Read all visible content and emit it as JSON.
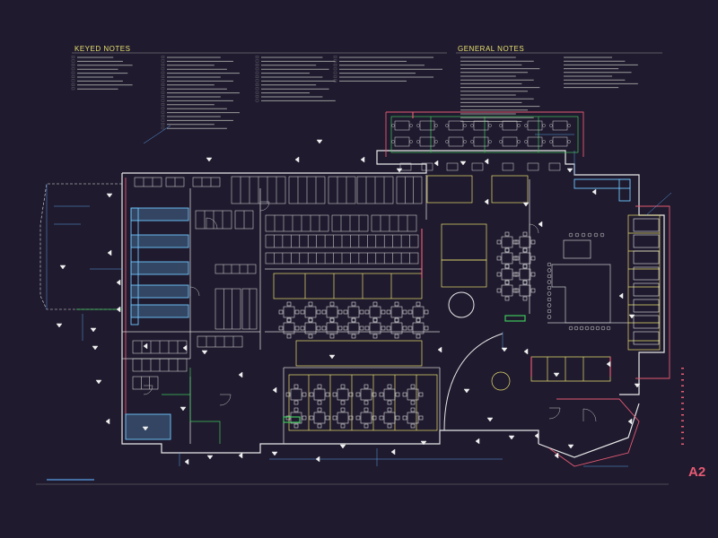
{
  "drawing": {
    "keyed_notes_title": "KEYED NOTES",
    "general_notes_title": "GENERAL NOTES",
    "sheet_number": "A2"
  },
  "palette": {
    "background": "#1f1a2e",
    "wall": "#e8e8e8",
    "wall_accent": "#e65b73",
    "equipment": "#c8c8c8",
    "kitchen_blue": "#6fc8ff",
    "furniture": "#e8e070",
    "dimension": "#5aa0e8",
    "partition_green": "#3ec85a",
    "tag_white": "#f0f0f0"
  }
}
